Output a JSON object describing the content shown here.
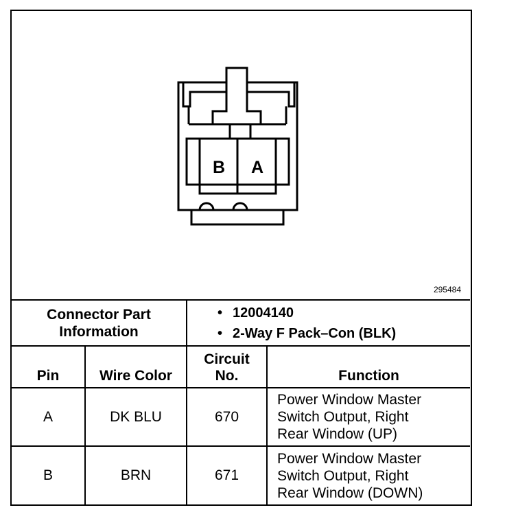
{
  "diagram": {
    "pin_labels": [
      "B",
      "A"
    ],
    "figure_id": "295484"
  },
  "connector_info": {
    "label_lines": [
      "Connector Part",
      "Information"
    ],
    "items": [
      "12004140",
      "2-Way F Pack–Con (BLK)"
    ]
  },
  "table": {
    "headers": {
      "pin": "Pin",
      "wire_color": "Wire Color",
      "circuit_line1": "Circuit",
      "circuit_line2": "No.",
      "function": "Function"
    },
    "rows": [
      {
        "pin": "A",
        "wire_color": "DK BLU",
        "circuit": "670",
        "function_lines": [
          "Power Window Master",
          "Switch Output, Right",
          "Rear Window (UP)"
        ]
      },
      {
        "pin": "B",
        "wire_color": "BRN",
        "circuit": "671",
        "function_lines": [
          "Power Window Master",
          "Switch Output, Right",
          "Rear Window (DOWN)"
        ]
      }
    ]
  }
}
